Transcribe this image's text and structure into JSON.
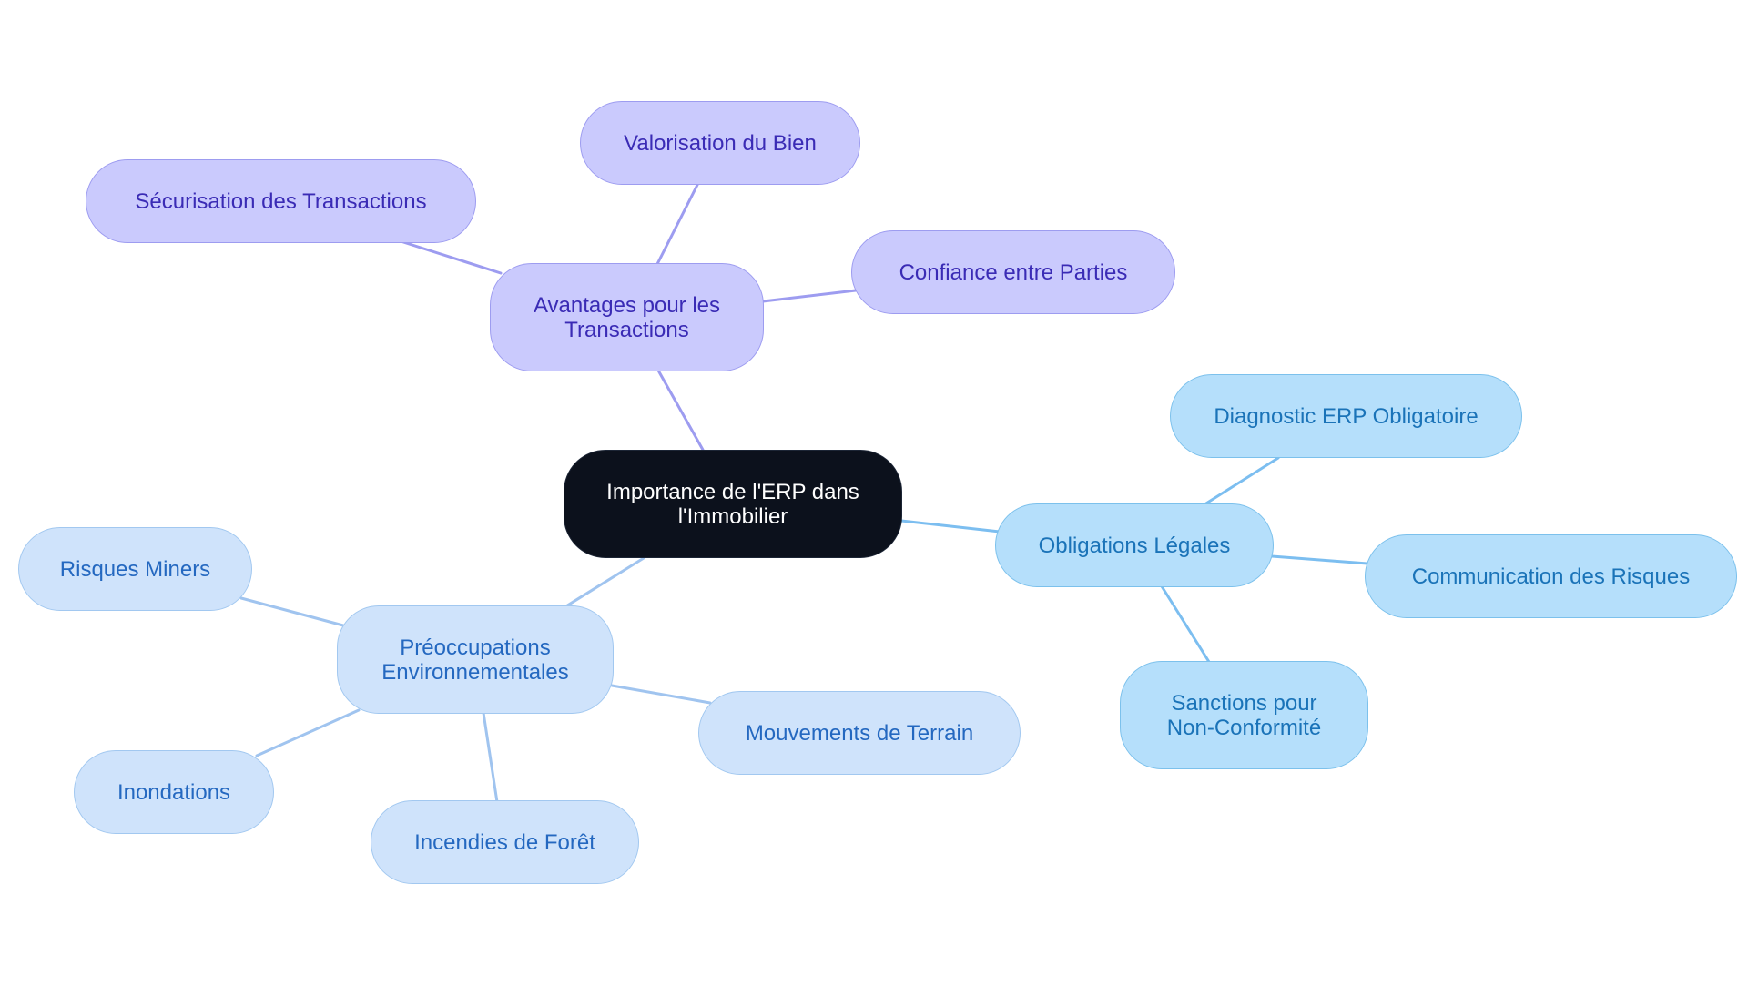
{
  "colors": {
    "root_bg": "#0c111c",
    "purple_fill": "#cacafd",
    "purple_text": "#3a2bb5",
    "purple_line": "#9d9cf0",
    "sky_fill": "#b5dffb",
    "sky_text": "#1a73b8",
    "sky_line": "#7cbef0",
    "pale_fill": "#cfe3fb",
    "pale_text": "#2468c0",
    "pale_line": "#a0c4ef"
  },
  "mindmap": {
    "root": {
      "line1": "Importance de l'ERP dans",
      "line2": "l'Immobilier"
    },
    "avantages": {
      "line1": "Avantages pour les",
      "line2": "Transactions",
      "children": {
        "securisation": "Sécurisation des Transactions",
        "valorisation": "Valorisation du Bien",
        "confiance": "Confiance entre Parties"
      }
    },
    "obligations": {
      "label": "Obligations Légales",
      "children": {
        "diagnostic": "Diagnostic ERP Obligatoire",
        "communication": "Communication des Risques",
        "sanctions_line1": "Sanctions pour",
        "sanctions_line2": "Non-Conformité"
      }
    },
    "preoccupations": {
      "line1": "Préoccupations",
      "line2": "Environnementales",
      "children": {
        "risques": "Risques Miners",
        "mouvements": "Mouvements de Terrain",
        "inondations": "Inondations",
        "incendies": "Incendies de Forêt"
      }
    }
  }
}
